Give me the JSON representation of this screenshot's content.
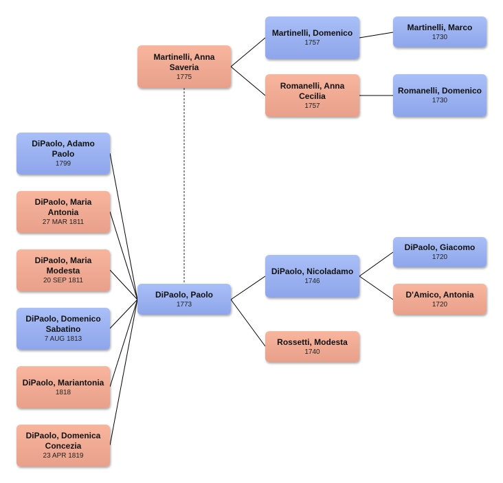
{
  "colors": {
    "male": "#9db2f2",
    "female": "#f0aa93",
    "line": "#000000"
  },
  "people": {
    "martinelli_anna": {
      "name": "Martinelli, Anna Saveria",
      "date": "1775",
      "sex": "female"
    },
    "martinelli_domenico": {
      "name": "Martinelli, Domenico",
      "date": "1757",
      "sex": "male"
    },
    "martinelli_marco": {
      "name": "Martinelli, Marco",
      "date": "1730",
      "sex": "male"
    },
    "romanelli_anna": {
      "name": "Romanelli, Anna Cecilia",
      "date": "1757",
      "sex": "female"
    },
    "romanelli_domenico": {
      "name": "Romanelli, Domenico",
      "date": "1730",
      "sex": "male"
    },
    "dipaolo_paolo": {
      "name": "DiPaolo, Paolo",
      "date": "1773",
      "sex": "male"
    },
    "dipaolo_nicoladamo": {
      "name": "DiPaolo, Nicoladamo",
      "date": "1746",
      "sex": "male"
    },
    "dipaolo_giacomo": {
      "name": "DiPaolo, Giacomo",
      "date": "1720",
      "sex": "male"
    },
    "damico_antonia": {
      "name": "D'Amico, Antonia",
      "date": "1720",
      "sex": "female"
    },
    "rossetti_modesta": {
      "name": "Rossetti, Modesta",
      "date": "1740",
      "sex": "female"
    },
    "child_adamo": {
      "name": "DiPaolo, Adamo Paolo",
      "date": "1799",
      "sex": "male"
    },
    "child_maria_antonia": {
      "name": "DiPaolo, Maria Antonia",
      "date": "27 MAR 1811",
      "sex": "female"
    },
    "child_maria_modesta": {
      "name": "DiPaolo, Maria Modesta",
      "date": "20 SEP 1811",
      "sex": "female"
    },
    "child_domenico": {
      "name": "DiPaolo, Domenico Sabatino",
      "date": "7 AUG 1813",
      "sex": "male"
    },
    "child_mariantonia": {
      "name": "DiPaolo, Mariantonia",
      "date": "1818",
      "sex": "female"
    },
    "child_domenica": {
      "name": "DiPaolo, Domenica Concezia",
      "date": "23 APR 1819",
      "sex": "female"
    }
  }
}
